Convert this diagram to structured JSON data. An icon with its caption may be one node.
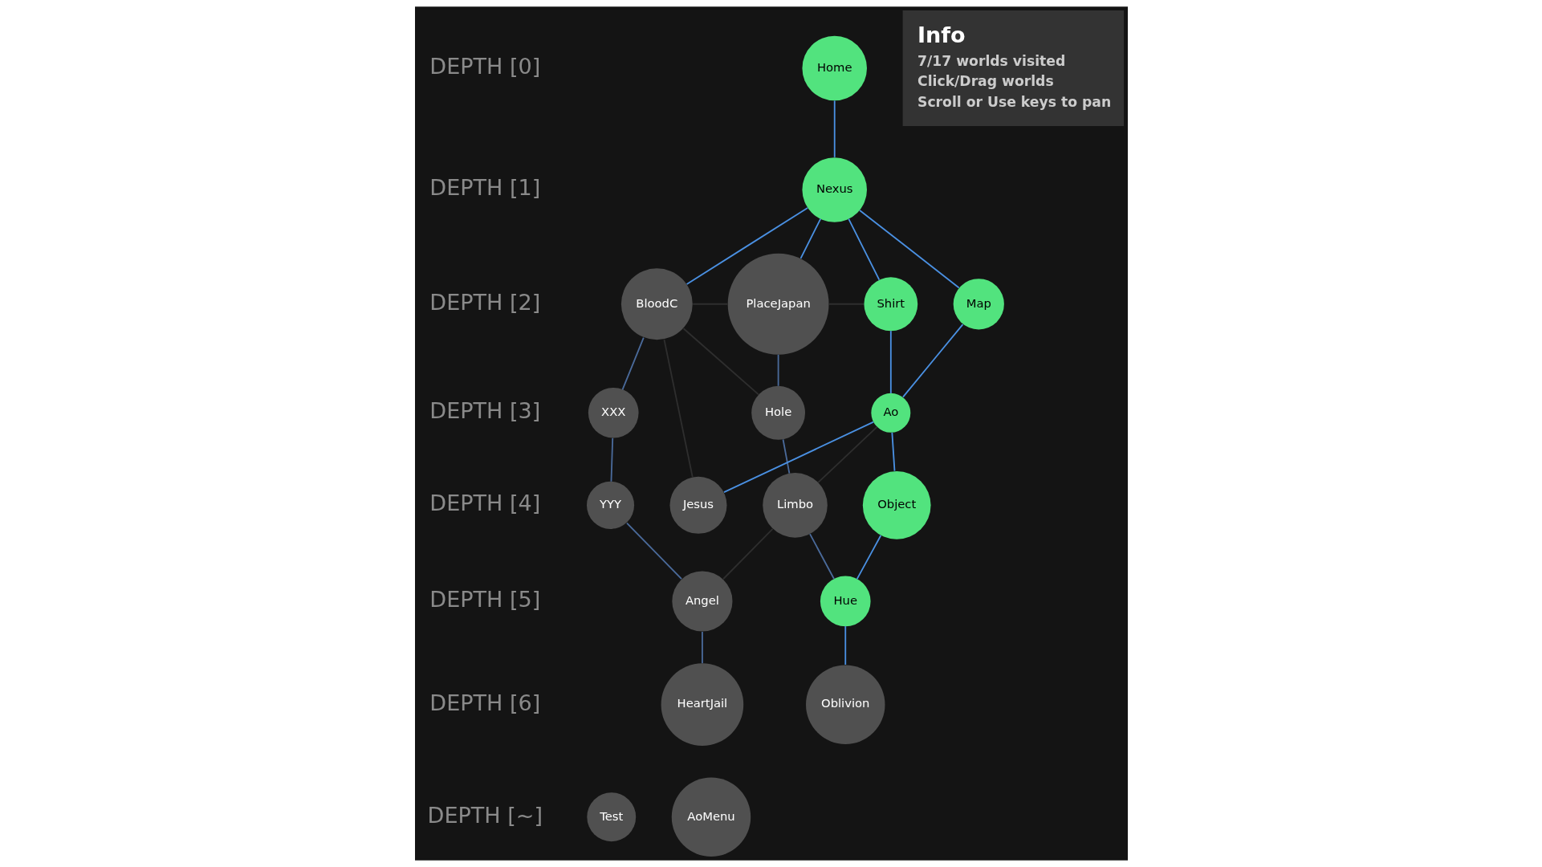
{
  "diagram": {
    "nodes": [
      {
        "text": [
          "Home"
        ]
      },
      {
        "text": [
          "Nexus"
        ]
      },
      {
        "text": [
          "BloodC"
        ]
      },
      {
        "text": [
          "PlaceJapan"
        ]
      },
      {
        "text": [
          "Shirt"
        ]
      },
      {
        "text": [
          "Map"
        ]
      },
      {
        "text": [
          "XXX"
        ]
      },
      {
        "text": [
          "Hole"
        ]
      },
      {
        "text": [
          "Ao"
        ]
      },
      {
        "text": [
          "YYY"
        ]
      },
      {
        "text": [
          "Limbo"
        ]
      },
      {
        "text": [
          "Object"
        ]
      },
      {
        "text": [
          "Jesus"
        ]
      },
      {
        "text": [
          "Angel"
        ]
      },
      {
        "text": [
          "Hue"
        ]
      },
      {
        "text": [
          "HeartJail"
        ]
      },
      {
        "text": [
          "Oblivion"
        ]
      },
      {
        "text": [
          "Test"
        ]
      },
      {
        "text": [
          "AoMenu"
        ]
      },
      {
        "text": [
          "Info",
          "7/17 worlds visited",
          "Click/Drag worlds",
          "Scroll or Use keys to pan"
        ]
      }
    ],
    "edges": [
      {
        "from": 0,
        "to": 1,
        "arrow": "none"
      },
      {
        "from": 1,
        "to": 2,
        "arrow": "none"
      },
      {
        "from": 1,
        "to": 3,
        "arrow": "none"
      },
      {
        "from": 1,
        "to": 4,
        "arrow": "none"
      },
      {
        "from": 1,
        "to": 5,
        "arrow": "none"
      },
      {
        "from": 2,
        "to": 3,
        "arrow": "none",
        "color": "#2e2e2e"
      },
      {
        "from": 3,
        "to": 4,
        "arrow": "none",
        "color": "#2e2e2e"
      },
      {
        "from": 2,
        "to": 6,
        "arrow": "none",
        "color": "#4a6a9a"
      },
      {
        "from": 2,
        "to": 7,
        "arrow": "none",
        "color": "#2e2e2e"
      },
      {
        "from": 2,
        "to": 12,
        "arrow": "none",
        "color": "#2e2e2e"
      },
      {
        "from": 3,
        "to": 7,
        "arrow": "none",
        "color": "#4a6a9a"
      },
      {
        "from": 4,
        "to": 8,
        "arrow": "none"
      },
      {
        "from": 5,
        "to": 8,
        "arrow": "none"
      },
      {
        "from": 6,
        "to": 9,
        "arrow": "none",
        "color": "#4a6a9a"
      },
      {
        "from": 7,
        "to": 10,
        "arrow": "none",
        "color": "#4a6a9a"
      },
      {
        "from": 8,
        "to": 11,
        "arrow": "none"
      },
      {
        "from": 8,
        "to": 12,
        "arrow": "none"
      },
      {
        "from": 8,
        "to": 10,
        "arrow": "none",
        "color": "#2e2e2e"
      },
      {
        "from": 10,
        "to": 13,
        "arrow": "none",
        "color": "#2e2e2e"
      },
      {
        "from": 9,
        "to": 13,
        "arrow": "none",
        "color": "#4a6a9a"
      },
      {
        "from": 10,
        "to": 14,
        "arrow": "none",
        "color": "#4a6a9a"
      },
      {
        "from": 11,
        "to": 14,
        "arrow": "none"
      },
      {
        "from": 13,
        "to": 15,
        "arrow": "none",
        "color": "#4a6a9a"
      },
      {
        "from": 14,
        "to": 16,
        "arrow": "none"
      }
    ],
    "labels": [
      "DEPTH [0]",
      "DEPTH [1]",
      "DEPTH [2]",
      "DEPTH [3]",
      "DEPTH [4]",
      "DEPTH [5]",
      "DEPTH [6]",
      "DEPTH [~]"
    ]
  }
}
